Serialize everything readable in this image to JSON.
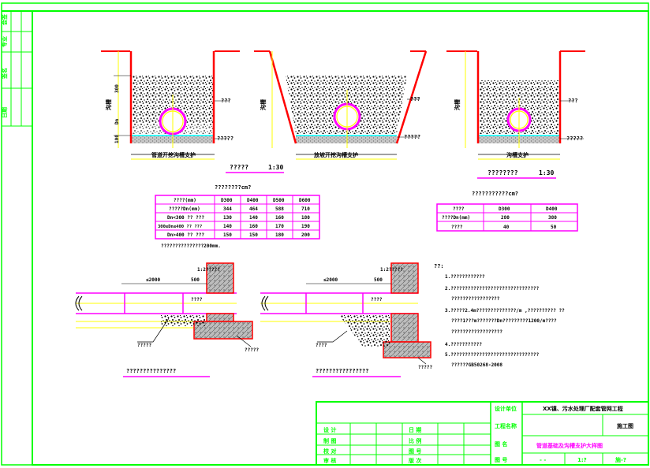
{
  "sections": {
    "left_label": "管道开挖沟槽支护",
    "mid_label": "放坡开挖沟槽支护",
    "right_label": "沟槽支护",
    "left_dim_top": "300",
    "left_dim_mid": "Dn",
    "left_dim_bot": "100",
    "left_side_note": "???",
    "left_bottom_note": "?????",
    "mid_side_note": "???",
    "mid_bottom_note": "?????",
    "right_side_note": "???",
    "right_bottom_note": "?????",
    "scale_left_label": "?????",
    "scale_left_value": "1:30",
    "scale_right_label": "????????",
    "scale_right_value": "1:30"
  },
  "table1": {
    "title": "????????cm?",
    "headers": [
      "????(mm)",
      "D300",
      "D400",
      "D500",
      "D600"
    ],
    "rows": [
      [
        "?????Dn(mm)",
        "344",
        "464",
        "588",
        "710"
      ],
      [
        "Dn<300 ?? ???",
        "130",
        "140",
        "160",
        "180"
      ],
      [
        "300≤Dn≤400 ?? ???",
        "140",
        "160",
        "170",
        "190"
      ],
      [
        "Dn>400 ?? ???",
        "150",
        "150",
        "180",
        "200"
      ]
    ],
    "footnote": "???????????????200mm."
  },
  "table2": {
    "title": "???????????cm?",
    "headers": [
      "????",
      "D300",
      "D400"
    ],
    "rows": [
      [
        "????Dn(mm)",
        "280",
        "380"
      ],
      [
        "????",
        "40",
        "50"
      ]
    ]
  },
  "details": {
    "dim_a": "≤2000",
    "dim_b": "500",
    "slope": "1:2?????",
    "label_pipe": "????",
    "label_left_a": "?????",
    "label_left_b": "?????",
    "label_right_a": "????",
    "label_right_b": "?????",
    "caption_left": "???????????????",
    "caption_right": "????????????????"
  },
  "notes": {
    "title": "??:",
    "lines": [
      "1.????????????",
      "2.???????????????????????????????",
      "?????????????????",
      "3.?????2.4m??????????????/m ,?????????? ??",
      "????1???m???????Dn?????????1200/m????",
      "??????????????????",
      "4.???????????",
      "5.???????????????????????????????",
      "??????GB50268-2008"
    ]
  },
  "title_block": {
    "project": "XX镇、污水处理厂配套管网工程",
    "stage": "施工图",
    "drawing_name": "管道基础及沟槽支护大样图",
    "sheet": "施-?",
    "left_cells": [
      "设 计",
      "制 图",
      "校 对",
      "审 核"
    ],
    "mid_cells": [
      "日 期",
      "比 例",
      "图 号",
      "版 次"
    ],
    "right_rows": [
      "设计单位",
      "工程名称",
      "图 名",
      "图 号"
    ],
    "date_value": "- -",
    "scale_value": "1:?"
  },
  "frame": {
    "strip_labels": [
      "会签",
      "专业",
      "签名",
      "日期"
    ]
  },
  "colors": {
    "frame": "#00ff00",
    "section_wall": "#ff0000",
    "table_border": "#ff00ff",
    "dimension": "#ffff00",
    "water": "#00ffff",
    "fill": "#000000"
  }
}
